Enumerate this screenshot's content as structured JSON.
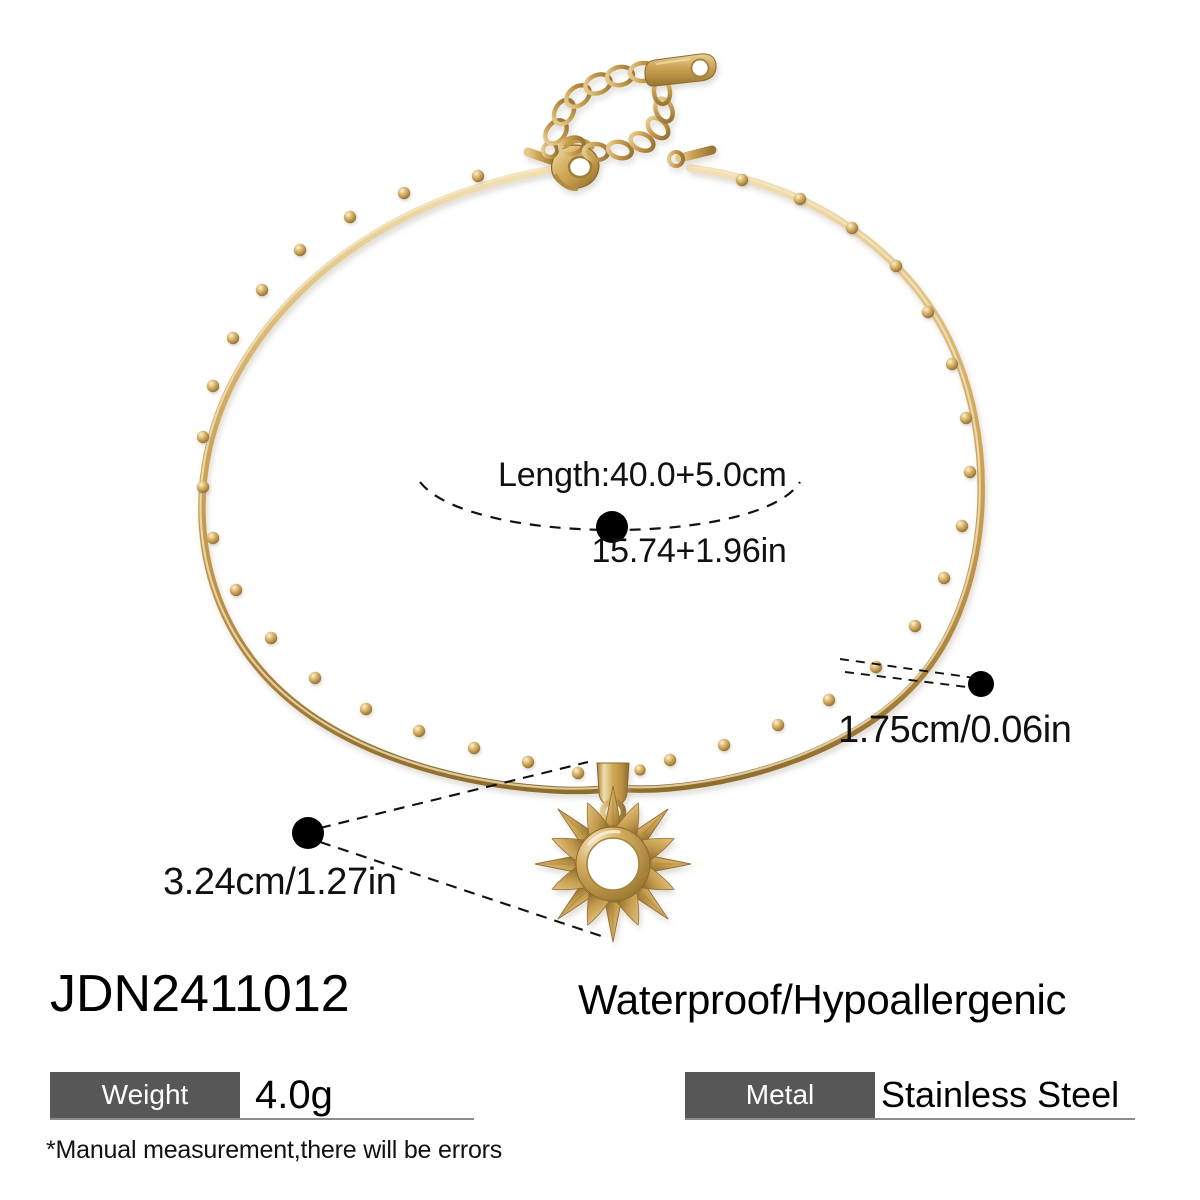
{
  "product": {
    "sku": "JDN2411012",
    "feature_text": "Waterproof/Hypoallergenic",
    "item_type": "sunburst-pendant-necklace",
    "chain_style": "satellite-beaded-chain",
    "clasp_type": "lobster-clasp"
  },
  "annotations": {
    "length": {
      "line1": "Length:40.0+5.0cm",
      "line2": "15.74+1.96in"
    },
    "dimension_right": "1.75cm/0.06in",
    "dimension_left": "3.24cm/1.27in"
  },
  "specs": [
    {
      "label": "Weight",
      "value": "4.0g"
    },
    {
      "label": "Metal",
      "value": "Stainless Steel"
    }
  ],
  "disclaimer": "*Manual measurement,there will be errors",
  "colors": {
    "background": "#ffffff",
    "text": "#000000",
    "chip_background": "#575757",
    "chip_text": "#ffffff",
    "rule": "#8c8c8c",
    "leader_dot": "#000000",
    "gold_highlight": "#f0dcae",
    "gold_mid": "#c9a152",
    "gold_deep": "#9a7636",
    "gold_shadow": "#7a5a26"
  }
}
